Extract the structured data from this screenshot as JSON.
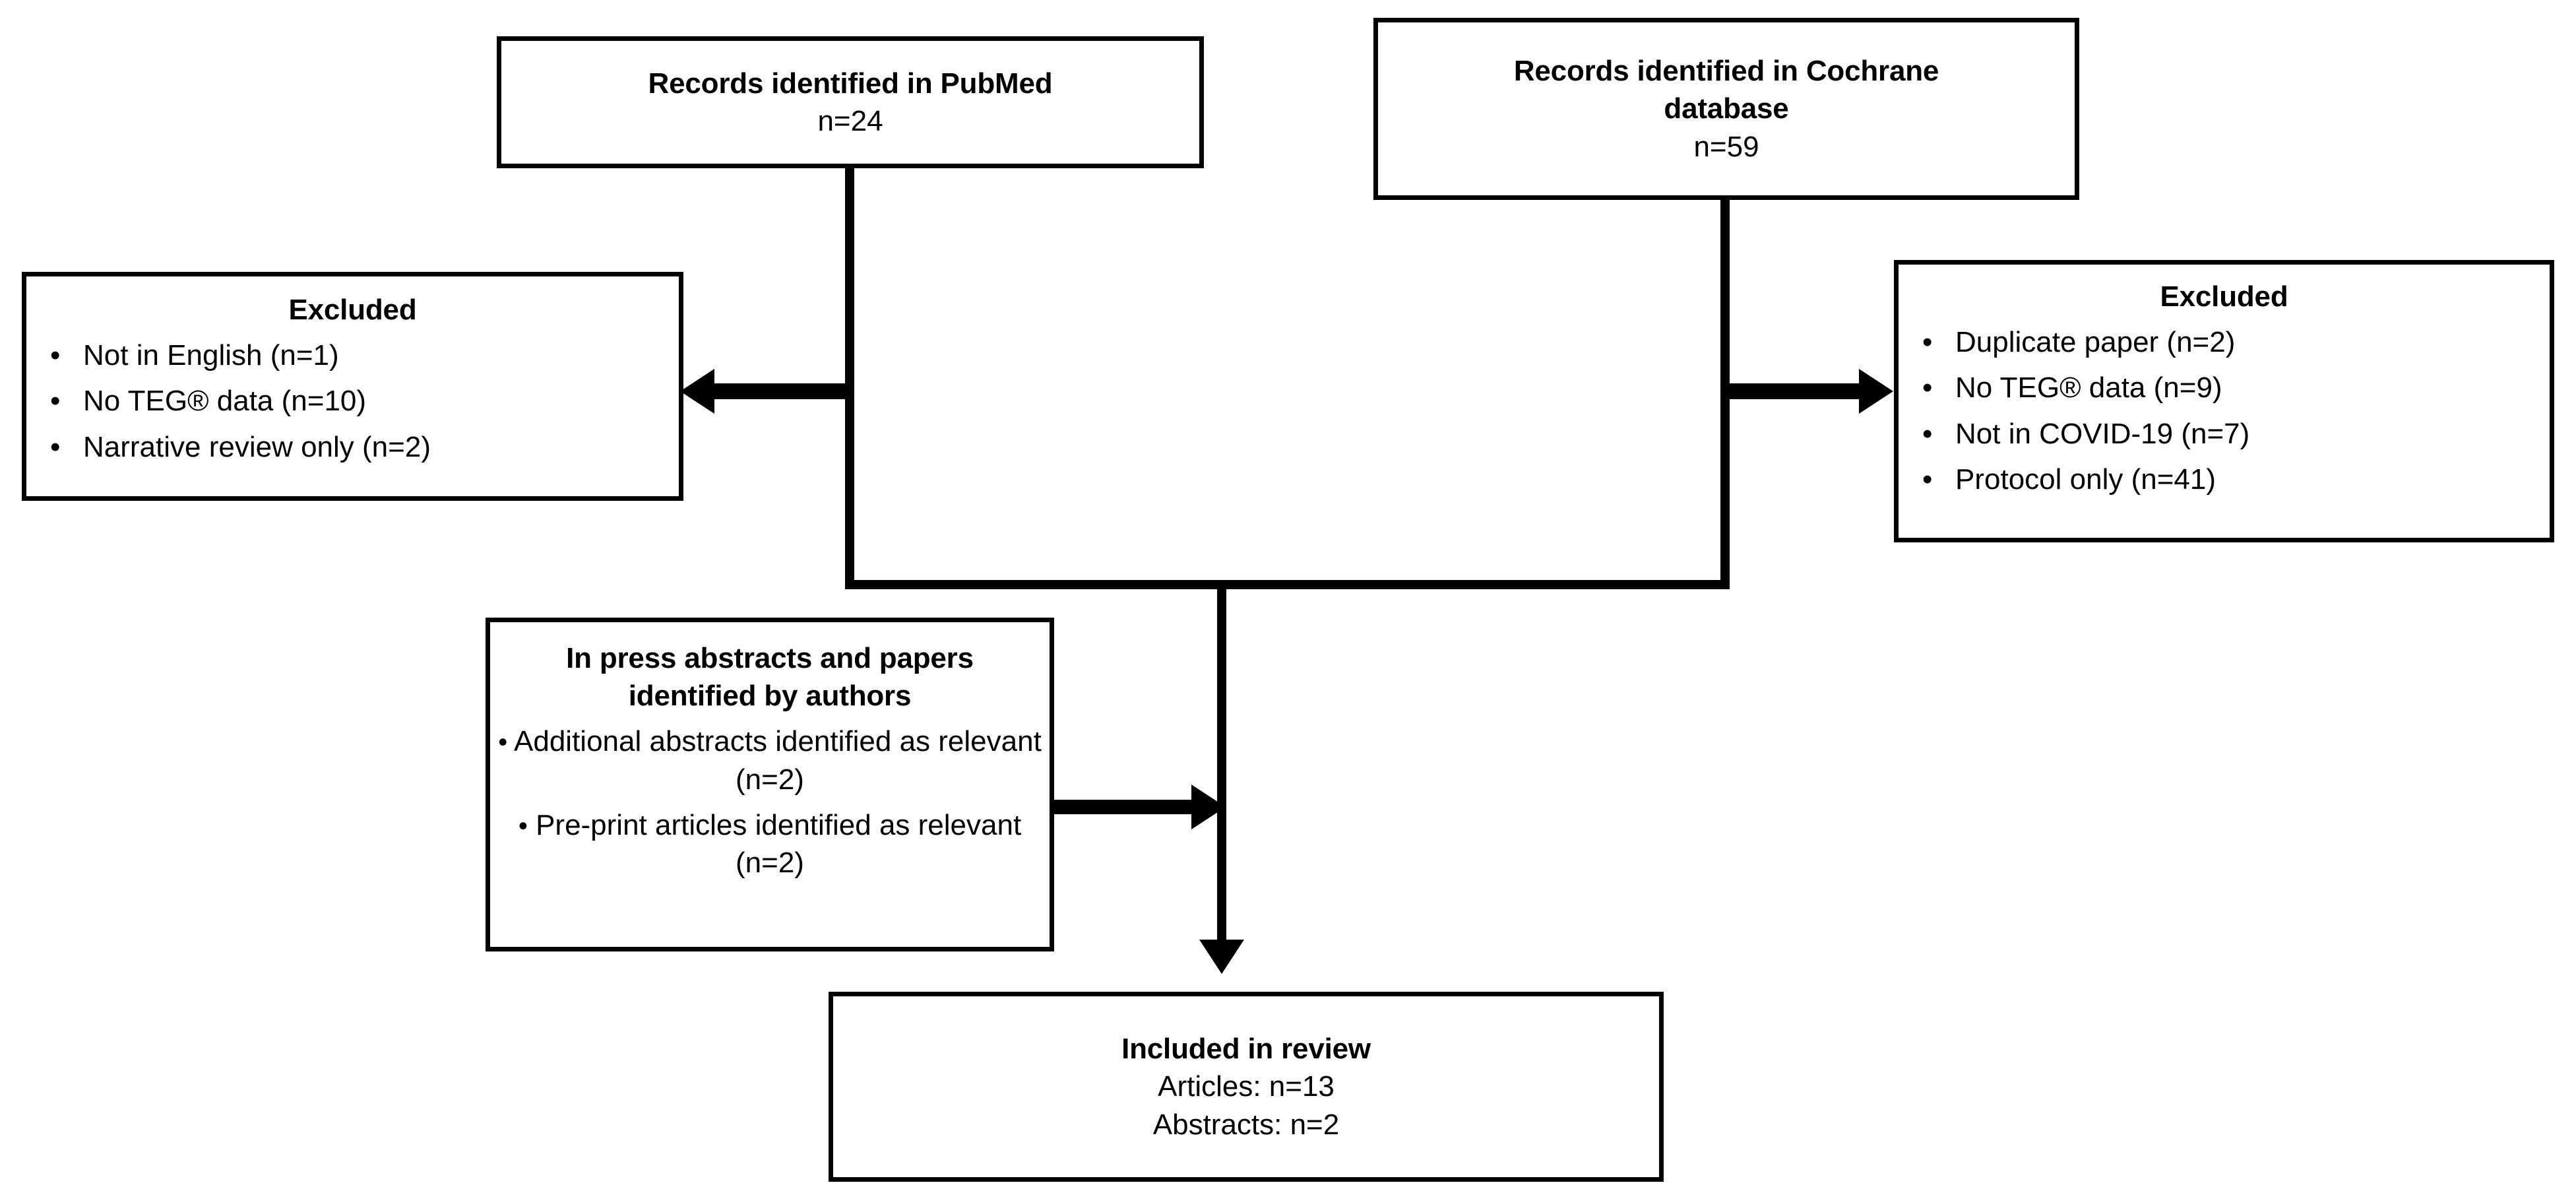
{
  "diagram": {
    "type": "prisma-flow-diagram",
    "title": "",
    "colors": {
      "stroke": "#000000",
      "background": "#ffffff",
      "text": "#000000"
    },
    "nodes": {
      "pubmed": {
        "title": "Records identified in PubMed",
        "count": "n=24"
      },
      "cochrane": {
        "title_line1": "Records identified in Cochrane",
        "title_line2": "database",
        "count": "n=59"
      },
      "excluded_left": {
        "title": "Excluded",
        "items": [
          "Not in English (n=1)",
          "No TEG® data (n=10)",
          "Narrative review only (n=2)"
        ]
      },
      "excluded_right": {
        "title": "Excluded",
        "items": [
          "Duplicate paper (n=2)",
          "No TEG® data (n=9)",
          "Not in COVID-19 (n=7)",
          "Protocol only (n=41)"
        ]
      },
      "in_press": {
        "title_line1": "In press abstracts and papers",
        "title_line2": "identified by authors",
        "items": [
          "Additional abstracts identified as relevant (n=2)",
          "Pre-print articles identified as relevant (n=2)"
        ]
      },
      "included": {
        "title": "Included in review",
        "line_articles": "Articles: n=13",
        "line_abstracts": "Abstracts: n=2"
      }
    },
    "edges": [
      {
        "from": "pubmed",
        "to": "excluded_left",
        "marker": "arrow-left"
      },
      {
        "from": "cochrane",
        "to": "excluded_right",
        "marker": "arrow-right"
      },
      {
        "from": "in_press",
        "to": "included",
        "marker": "arrow-right"
      },
      {
        "from": "pubmed+cochrane",
        "to": "included",
        "marker": "arrow-down"
      }
    ]
  }
}
